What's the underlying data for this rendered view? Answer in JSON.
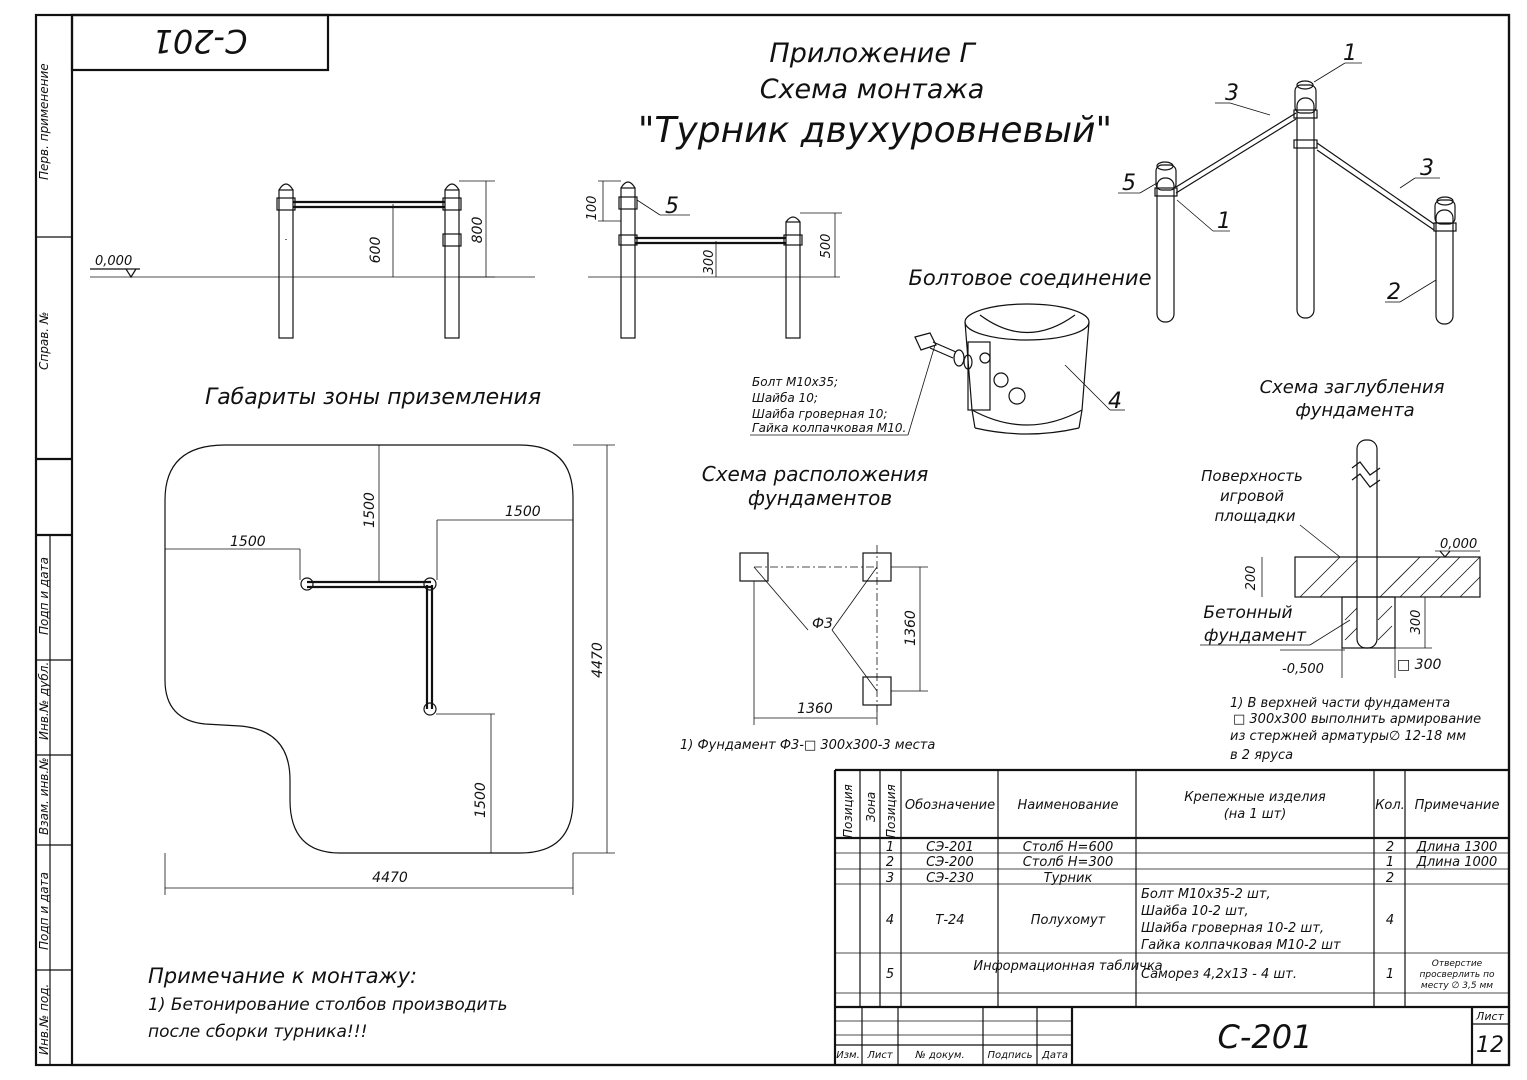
{
  "stamp_top": "C-201",
  "title": {
    "line1": "Приложение Г",
    "line2": "Схема монтажа",
    "line3": "\"Турник двухуровневый\""
  },
  "side_labels": [
    "Перв. применение",
    "Справ. №",
    "Подп и дата",
    "Инв.№ дубл.",
    "Взам. инв.№",
    "Подп и дата",
    "Инв.№ под."
  ],
  "elevation": {
    "level": "0,000",
    "dim_600": "600",
    "dim_800": "800",
    "dim_100": "100",
    "dim_300": "300",
    "dim_500": "500",
    "callout_5": "5"
  },
  "bolt_joint": {
    "title": "Болтовое соединение",
    "items": [
      "Болт  М10х35;",
      "Шайба 10;",
      "Шайба гроверная 10;",
      "Гайка колпачковая М10."
    ],
    "callout_4": "4"
  },
  "iso_callouts": {
    "c1a": "1",
    "c3a": "3",
    "c3b": "3",
    "c5": "5",
    "c1b": "1",
    "c2": "2"
  },
  "landing": {
    "title": "Габариты зоны приземления",
    "d1500_left": "1500",
    "d1500_top": "1500",
    "d1500_right": "1500",
    "d1500_bottom": "1500",
    "d4470_h": "4470",
    "d4470_v": "4470"
  },
  "foundation_layout": {
    "title1": "Схема расположения",
    "title2": "фундаментов",
    "label_f3": "Ф3",
    "d1360_v": "1360",
    "d1360_h": "1360",
    "note": "1) Фундамент Ф3-□ 300х300-3 места"
  },
  "depth": {
    "title1": "Схема заглубления",
    "title2": "фундамента",
    "surface1": "Поверхность",
    "surface2": "игровой",
    "surface3": "площадки",
    "concrete1": "Бетонный",
    "concrete2": "фундамент",
    "level_top": "0,000",
    "level_bottom": "-0,500",
    "d200": "200",
    "d300": "300",
    "sq300": "□ 300",
    "note1": "1) В верхней части фундамента",
    "note2": "□ 300х300 выполнить армирование",
    "note3": "из стержней арматуры∅ 12-18 мм",
    "note4": "в 2 яруса"
  },
  "montage_note": {
    "title": "Примечание к монтажу:",
    "line1": "1) Бетонирование столбов производить",
    "line2": "после сборки турника!!!"
  },
  "spec_table": {
    "headers": {
      "pos": "Позиция",
      "zone": "Зона",
      "pos2": "Позиция",
      "designation": "Обозначение",
      "name": "Наименование",
      "fasteners1": "Крепежные изделия",
      "fasteners2": "(на 1 шт)",
      "qty": "Кол.",
      "note": "Примечание"
    },
    "rows": [
      {
        "pos": "1",
        "des": "СЭ-201",
        "name": "Столб Н=600",
        "fast": [],
        "qty": "2",
        "note": [
          "Длина 1300"
        ]
      },
      {
        "pos": "2",
        "des": "СЭ-200",
        "name": "Столб Н=300",
        "fast": [],
        "qty": "1",
        "note": [
          "Длина 1000"
        ]
      },
      {
        "pos": "3",
        "des": "СЭ-230",
        "name": "Турник",
        "fast": [],
        "qty": "2",
        "note": []
      },
      {
        "pos": "4",
        "des": "Т-24",
        "name": "Полухомут",
        "fast": [
          "Болт  М10х35-2 шт,",
          "Шайба 10-2 шт,",
          "Шайба гроверная 10-2 шт,",
          "Гайка колпачковая М10-2 шт"
        ],
        "qty": "4",
        "note": []
      },
      {
        "pos": "5",
        "des": "",
        "name": "Информационная табличка",
        "fast": [
          "Саморез 4,2х13 - 4 шт."
        ],
        "qty": "1",
        "note": [
          "Отверстие",
          "просверлить по",
          "месту  ∅ 3,5 мм"
        ]
      }
    ]
  },
  "title_block": {
    "code": "С-201",
    "sheet_label": "Лист",
    "sheet_no": "12",
    "cols": [
      "Изм.",
      "Лист",
      "№ докум.",
      "Подпись",
      "Дата"
    ]
  }
}
